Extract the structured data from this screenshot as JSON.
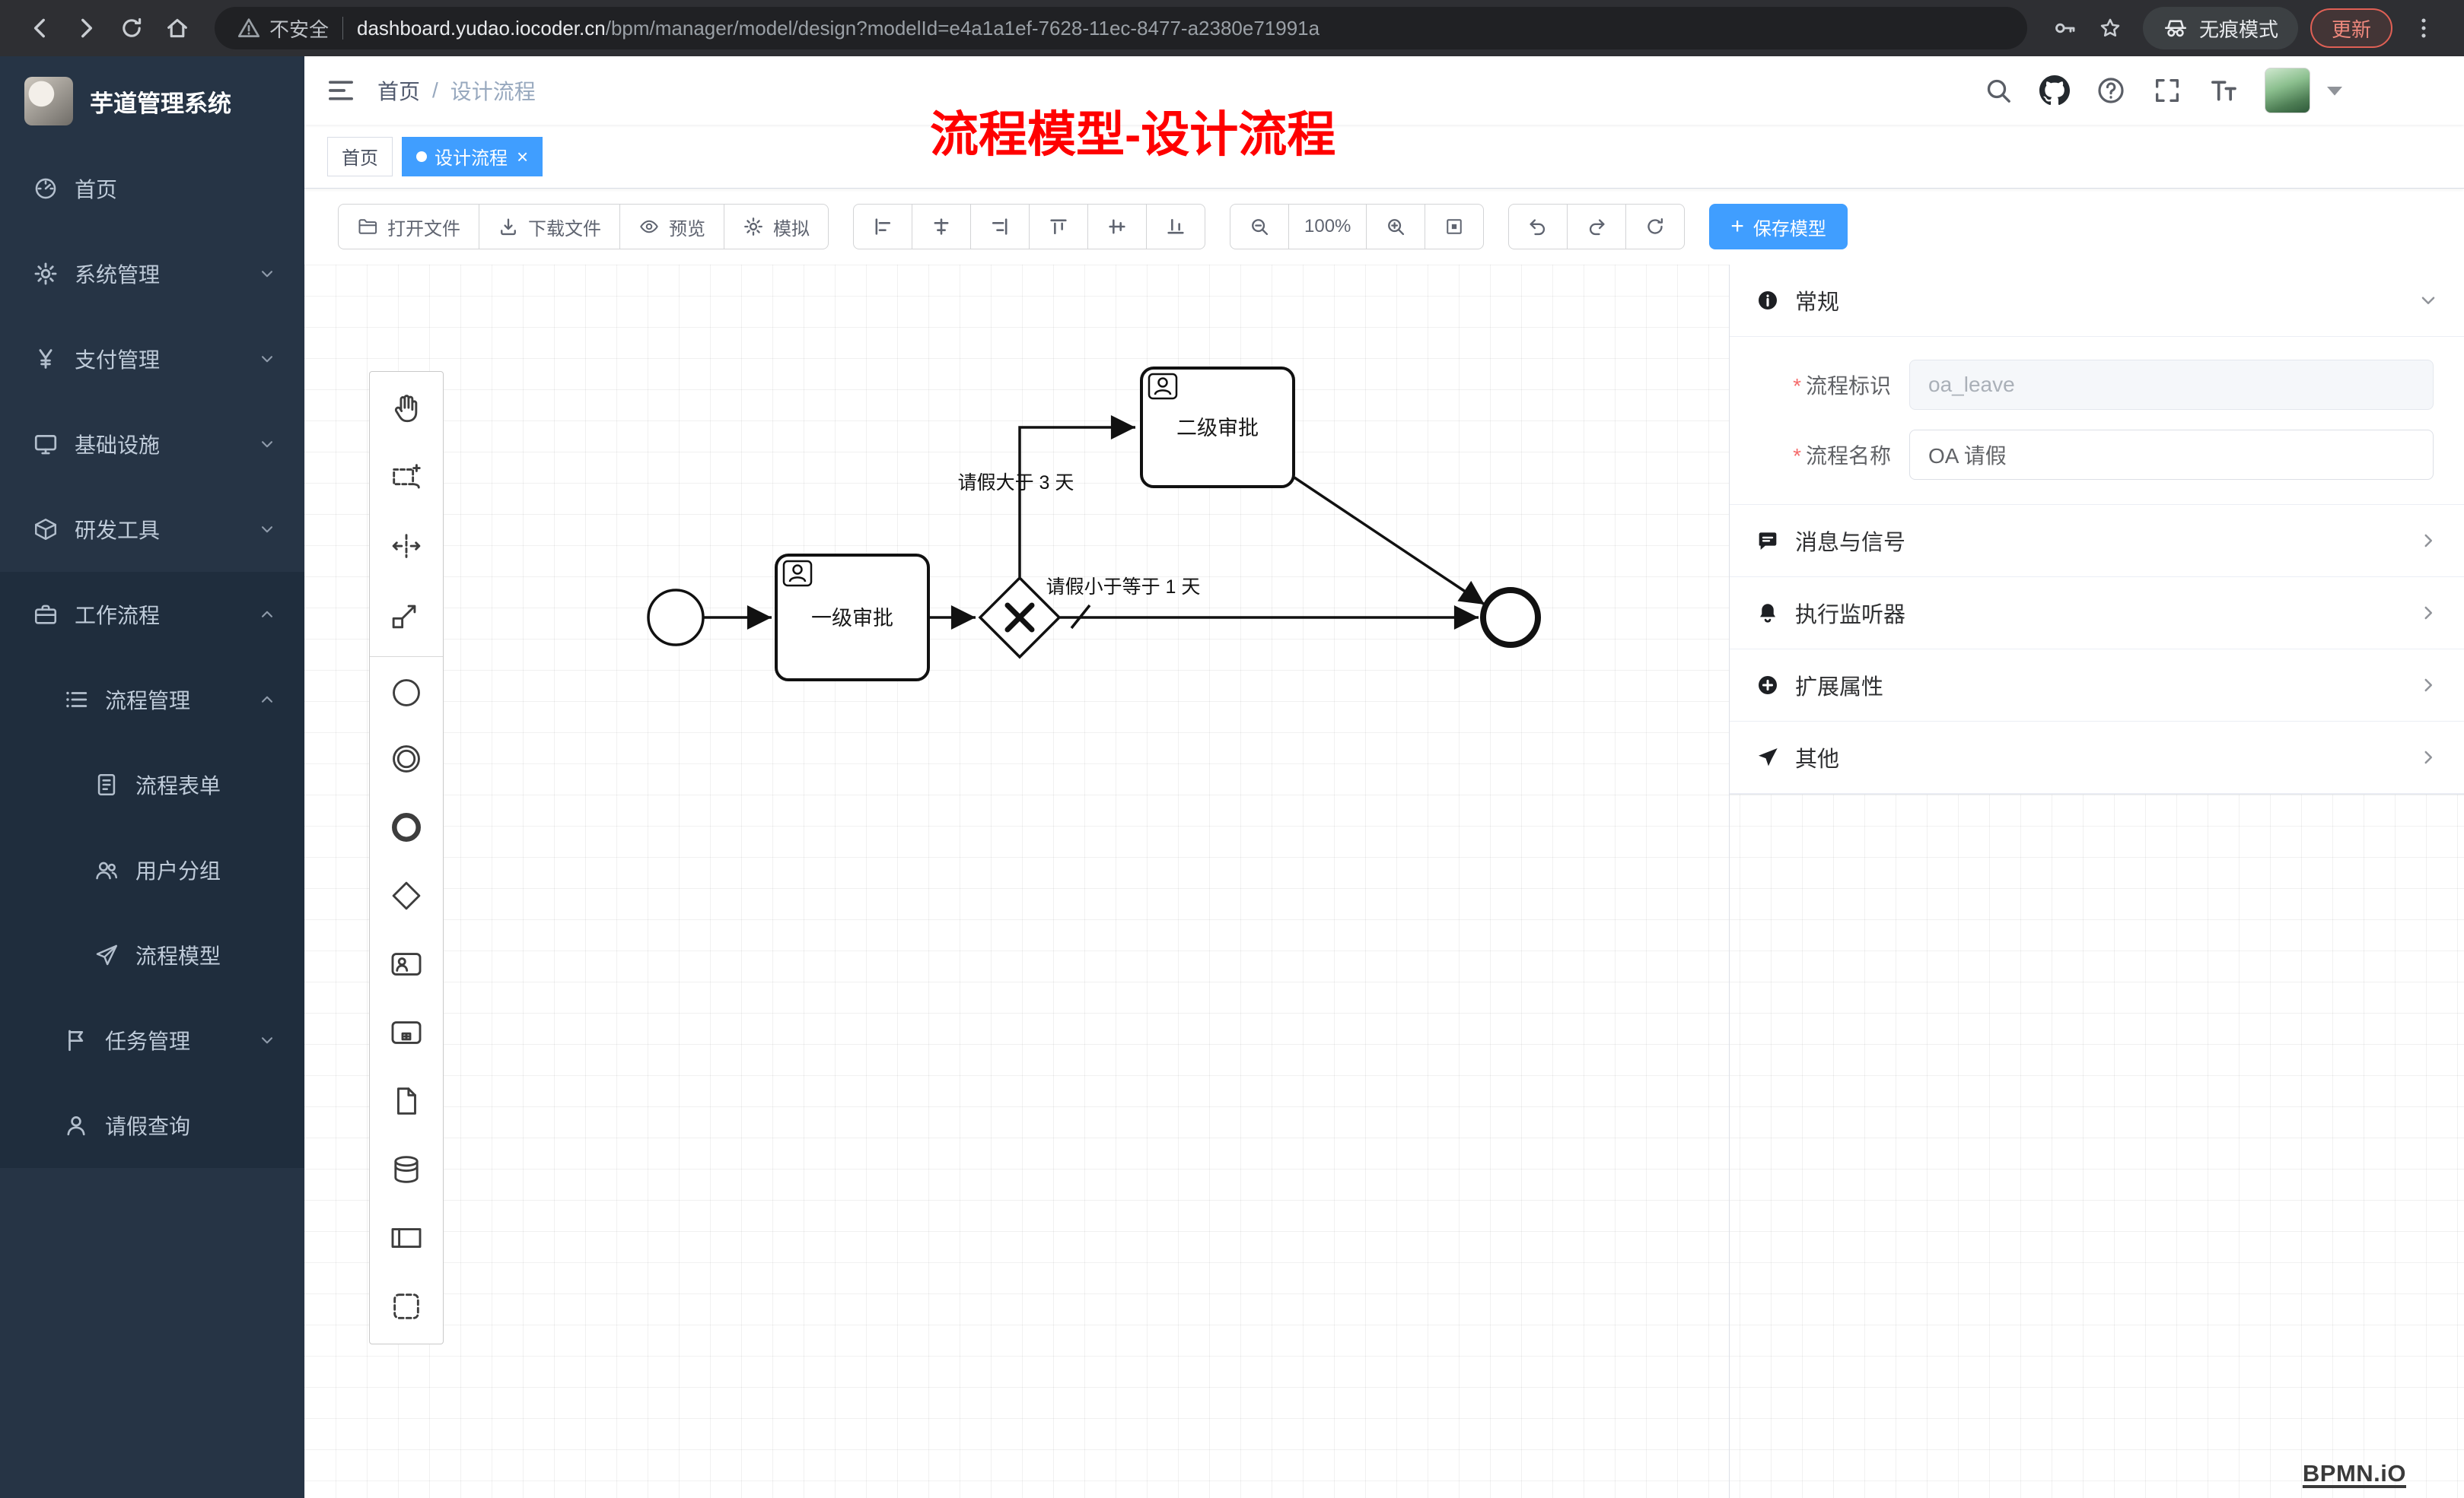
{
  "browser": {
    "security_label": "不安全",
    "url_host": "dashboard.yudao.iocoder.cn",
    "url_path": "/bpm/manager/model/design?modelId=e4a1a1ef-7628-11ec-8477-a2380e71991a",
    "incognito_label": "无痕模式",
    "update_label": "更新"
  },
  "sidebar": {
    "logo_title": "芋道管理系统",
    "items": [
      {
        "name": "sidebar-item-home",
        "label": "首页",
        "icon": "dashboard-icon",
        "chevron": "",
        "class": "lv1"
      },
      {
        "name": "sidebar-item-system",
        "label": "系统管理",
        "icon": "gear-icon",
        "chevron": "chevron-down-icon",
        "class": "lv1"
      },
      {
        "name": "sidebar-item-payment",
        "label": "支付管理",
        "icon": "yen-icon",
        "chevron": "chevron-down-icon",
        "class": "lv1"
      },
      {
        "name": "sidebar-item-infrastructure",
        "label": "基础设施",
        "icon": "infra-icon",
        "chevron": "chevron-down-icon",
        "class": "lv1"
      },
      {
        "name": "sidebar-item-devtools",
        "label": "研发工具",
        "icon": "cube-icon",
        "chevron": "chevron-down-icon",
        "class": "lv1"
      },
      {
        "name": "sidebar-item-workflow",
        "label": "工作流程",
        "icon": "briefcase-icon",
        "chevron": "chevron-up-icon",
        "class": "lv1 open"
      },
      {
        "name": "sidebar-item-process-management",
        "label": "流程管理",
        "icon": "list-icon",
        "chevron": "chevron-up-icon",
        "class": "lv2"
      },
      {
        "name": "sidebar-item-process-form",
        "label": "流程表单",
        "icon": "form-icon",
        "chevron": "",
        "class": "lv3"
      },
      {
        "name": "sidebar-item-user-group",
        "label": "用户分组",
        "icon": "users-icon",
        "chevron": "",
        "class": "lv3"
      },
      {
        "name": "sidebar-item-process-model",
        "label": "流程模型",
        "icon": "send-icon",
        "chevron": "",
        "class": "lv3"
      },
      {
        "name": "sidebar-item-task-management",
        "label": "任务管理",
        "icon": "flag-icon",
        "chevron": "chevron-down-icon",
        "class": "lv2"
      },
      {
        "name": "sidebar-item-leave-query",
        "label": "请假查询",
        "icon": "user-icon",
        "chevron": "",
        "class": "lv2"
      }
    ]
  },
  "breadcrumb": {
    "home": "首页",
    "separator": "/",
    "current": "设计流程"
  },
  "tags": {
    "tabs": [
      {
        "name": "tag-home",
        "label": "首页",
        "class": "",
        "close": ""
      },
      {
        "name": "tag-design-process",
        "label": "设计流程",
        "class": "active closable",
        "close": "×"
      }
    ]
  },
  "annotation": {
    "text": "流程模型-设计流程"
  },
  "toolbar": {
    "file_buttons": [
      {
        "name": "open-file-button",
        "label": "打开文件",
        "icon": "folder-open-icon"
      },
      {
        "name": "download-file-button",
        "label": "下载文件",
        "icon": "download-icon"
      },
      {
        "name": "preview-button",
        "label": "预览",
        "icon": "eye-icon"
      },
      {
        "name": "simulate-button",
        "label": "模拟",
        "icon": "gear-icon"
      }
    ],
    "align_buttons": [
      {
        "name": "align-left-button",
        "icon": "align-left-icon"
      },
      {
        "name": "align-center-button",
        "icon": "align-center-icon"
      },
      {
        "name": "align-right-button",
        "icon": "align-right-icon"
      },
      {
        "name": "align-top-button",
        "icon": "align-top-icon"
      },
      {
        "name": "align-middle-button",
        "icon": "align-middle-icon"
      },
      {
        "name": "align-bottom-button",
        "icon": "align-bottom-icon"
      }
    ],
    "zoom_level": "100%",
    "history_buttons": [
      {
        "name": "undo-button",
        "icon": "undo-icon"
      },
      {
        "name": "redo-button",
        "icon": "redo-icon"
      },
      {
        "name": "restart-button",
        "icon": "restart-icon"
      }
    ],
    "save_label": "保存模型",
    "save_plus": "+"
  },
  "palette": {
    "items": [
      {
        "name": "hand-tool",
        "icon": "hand-icon",
        "class": ""
      },
      {
        "name": "lasso-tool",
        "icon": "lasso-icon",
        "class": ""
      },
      {
        "name": "space-tool",
        "icon": "space-icon",
        "class": ""
      },
      {
        "name": "global-connect-tool",
        "icon": "connect-icon",
        "class": ""
      },
      {
        "name": "create-start-event",
        "icon": "start-event-icon",
        "class": "sep-before"
      },
      {
        "name": "create-intermediate-event",
        "icon": "intermediate-event-icon",
        "class": ""
      },
      {
        "name": "create-end-event",
        "icon": "end-event-icon",
        "class": ""
      },
      {
        "name": "create-exclusive-gateway",
        "icon": "gateway-icon",
        "class": ""
      },
      {
        "name": "create-user-task",
        "icon": "user-task-icon",
        "class": ""
      },
      {
        "name": "create-subprocess",
        "icon": "subprocess-icon",
        "class": ""
      },
      {
        "name": "create-data-object",
        "icon": "data-object-icon",
        "class": ""
      },
      {
        "name": "create-data-store",
        "icon": "data-store-icon",
        "class": ""
      },
      {
        "name": "create-participant",
        "icon": "participant-icon",
        "class": ""
      },
      {
        "name": "create-group",
        "icon": "group-icon",
        "class": ""
      }
    ]
  },
  "diagram": {
    "task1": "一级审批",
    "task2": "二级审批",
    "flow_gt": "请假大于 3 天",
    "flow_le": "请假小于等于 1 天",
    "watermark": "BPMN.iO"
  },
  "properties": {
    "general_label": "常规",
    "required_marker": "*",
    "id_field": {
      "label": "流程标识",
      "value": "oa_leave"
    },
    "name_field": {
      "label": "流程名称",
      "value": "OA 请假"
    },
    "sections": [
      {
        "name": "section-message-signal",
        "label": "消息与信号",
        "icon": "message-icon"
      },
      {
        "name": "section-execution-listener",
        "label": "执行监听器",
        "icon": "bell-icon"
      },
      {
        "name": "section-extended-attributes",
        "label": "扩展属性",
        "icon": "plus-circle-icon"
      },
      {
        "name": "section-other",
        "label": "其他",
        "icon": "plane-icon"
      }
    ]
  }
}
